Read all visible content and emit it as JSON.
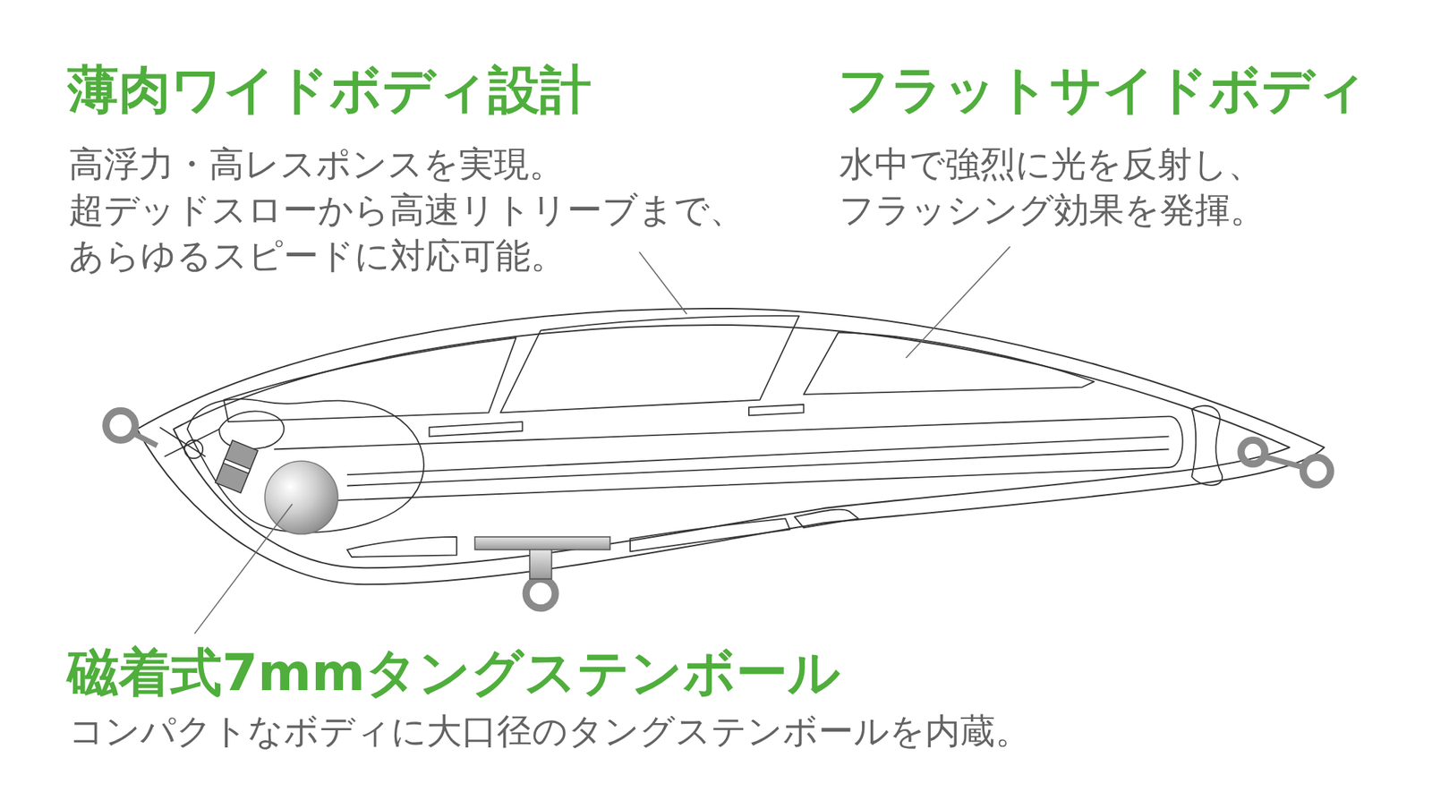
{
  "diagram": {
    "labels": [
      "薄肉ワイドボディ設計",
      "高浮力・高レスポンスを実現。 超デッドスローから高速リトリーブまで、 あらゆるスピードに対応可能。",
      "フラットサイドボディ",
      "水中で強烈に光を反射し、 フラッシング効果を発揮。",
      "磁着式7mmタングステンボール",
      "コンパクトなボディに大口径のタングステンボールを内蔵。"
    ]
  }
}
